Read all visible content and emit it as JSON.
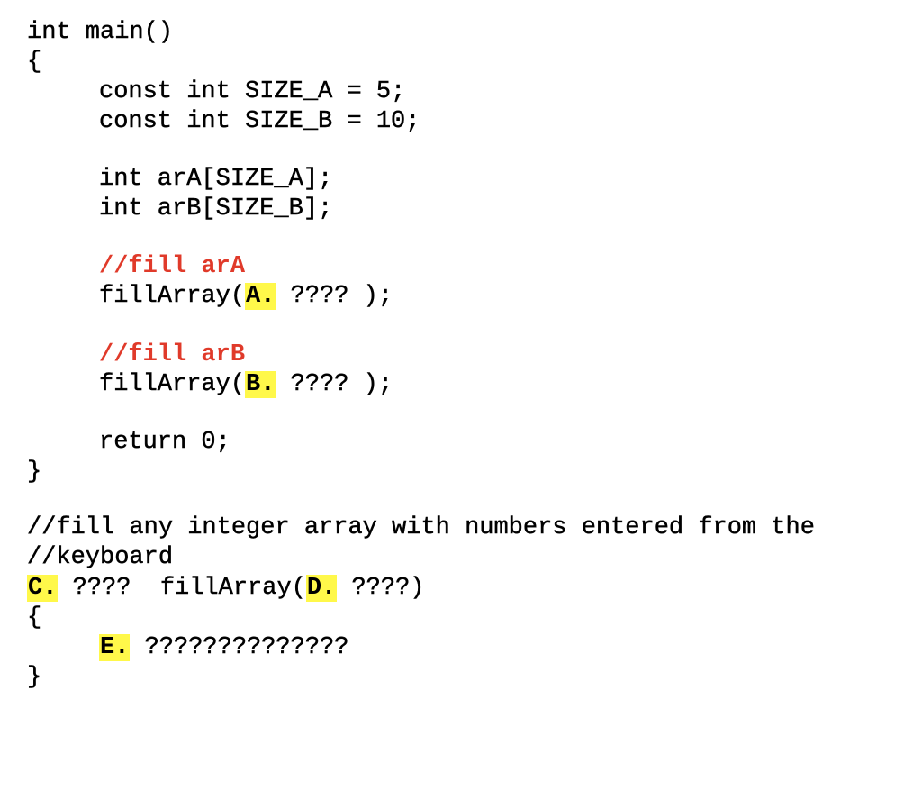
{
  "code": {
    "l01": "int main()",
    "l02": "{",
    "l03": "const int SIZE_A = 5;",
    "l04": "const int SIZE_B = 10;",
    "l05": "int arA[SIZE_A];",
    "l06": "int arB[SIZE_B];",
    "l07_comment": "//fill arA",
    "l08_pre": "fillArray(",
    "l08_label": "A.",
    "l08_post": " ???? );",
    "l09_comment": "//fill arB",
    "l10_pre": "fillArray(",
    "l10_label": "B.",
    "l10_post": " ???? );",
    "l11": "return 0;",
    "l12": "}",
    "l13": "//fill any integer array with numbers entered from the",
    "l14": "//keyboard",
    "l15_label": "C.",
    "l15_mid": " ????  fillArray(",
    "l15_label2": "D.",
    "l15_post": " ????)",
    "l16": "{",
    "l17_label": "E.",
    "l17_post": " ??????????????",
    "l18": "}"
  },
  "colors": {
    "comment": "#e03a2a",
    "highlight": "#fff84a",
    "text": "#000000"
  }
}
